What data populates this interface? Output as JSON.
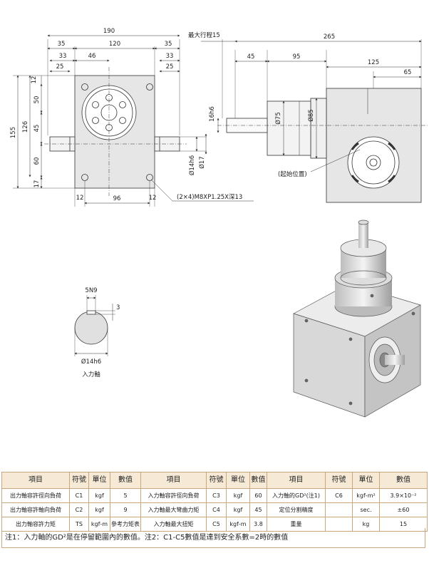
{
  "front_view": {
    "dims": {
      "overall_width": "190",
      "body_width": "120",
      "left_35": "35",
      "right_35": "35",
      "left_33": "33",
      "left_46": "46",
      "left_25": "25",
      "right_25": "25",
      "right_33": "33",
      "v_12": "12",
      "v_50": "50",
      "v_45": "45",
      "v_155": "155",
      "v_126": "126",
      "v_60": "60",
      "v_17": "17",
      "bottom_12_left": "12",
      "bottom_96": "96",
      "bottom_12_right": "12",
      "shaft_dia": "Ø14h6",
      "shaft_dia_17": "Ø17"
    },
    "hole_note": "(2×4)M8XP1.25X深13"
  },
  "side_view": {
    "dims": {
      "max_stroke": "最大行程15",
      "overall": "265",
      "d45": "45",
      "d95": "95",
      "d125": "125",
      "d65": "65",
      "shaft_h": "16h6",
      "dia75": "Ø75",
      "dia85": "Ø85"
    },
    "start_position": "(起始位置)"
  },
  "shaft_section": {
    "keyway": "5N9",
    "key_depth": "3",
    "diameter": "Ø14h6",
    "caption": "入力軸"
  },
  "table": {
    "headers": [
      "項目",
      "符號",
      "單位",
      "數值",
      "項目",
      "符號",
      "單位",
      "數值",
      "項目",
      "符號",
      "單位",
      "數值"
    ],
    "rows": [
      [
        "出力軸容許徑向負荷",
        "C1",
        "kgf",
        "5",
        "入力軸容許徑向負荷",
        "C3",
        "kgf",
        "60",
        "入力軸的GD²(注1)",
        "C6",
        "kgf‑m²",
        "3.9×10⁻²"
      ],
      [
        "出力軸容許軸向負荷",
        "C2",
        "kgf",
        "9",
        "入力軸最大彎曲力矩",
        "C4",
        "kgf",
        "45",
        "定位分割精度",
        "",
        "sec.",
        "±60"
      ],
      [
        "出力軸容許力矩",
        "TS",
        "kgf‑m",
        "參考力矩表",
        "入力軸最大扭矩",
        "C5",
        "kgf‑m",
        "3.8",
        "重量",
        "",
        "kg",
        "15"
      ]
    ],
    "note": "注1：入力軸的GD²是在停留範圍內的數值。注2：C1‑C5數值是達到安全系數=2時的數值"
  },
  "colors": {
    "table_border": "#c8a77c",
    "table_header_bg": "#f6e9d6",
    "line": "#333333",
    "body_fill": "#e6e6e6"
  }
}
